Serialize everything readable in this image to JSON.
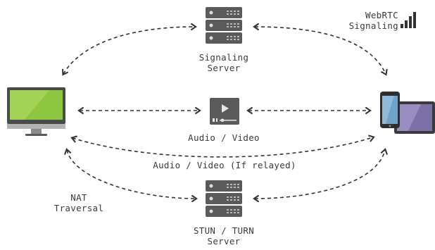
{
  "nodes": {
    "signaling_server": {
      "line1": "Signaling",
      "line2": "Server"
    },
    "stun_turn_server": {
      "line1": "STUN / TURN",
      "line2": "Server"
    }
  },
  "labels": {
    "webrtc_signaling": {
      "line1": "WebRTC",
      "line2": "Signaling"
    },
    "audio_video": "Audio / Video",
    "audio_video_relayed": "Audio / Video (If relayed)",
    "nat_traversal": {
      "line1": "NAT",
      "line2": "Traversal"
    }
  },
  "colors": {
    "server_dark": "#5a5a5a",
    "server_light": "#b8b8b8",
    "screen_green": "#8dc63f",
    "screen_green_light": "#b8dc6f",
    "device_purple": "#7d6fa8",
    "device_blue": "#6fa3c8",
    "arrow": "#333333"
  },
  "icons": [
    "desktop-computer-icon",
    "server-icon",
    "video-player-icon",
    "mobile-devices-icon",
    "signal-bars-icon"
  ]
}
